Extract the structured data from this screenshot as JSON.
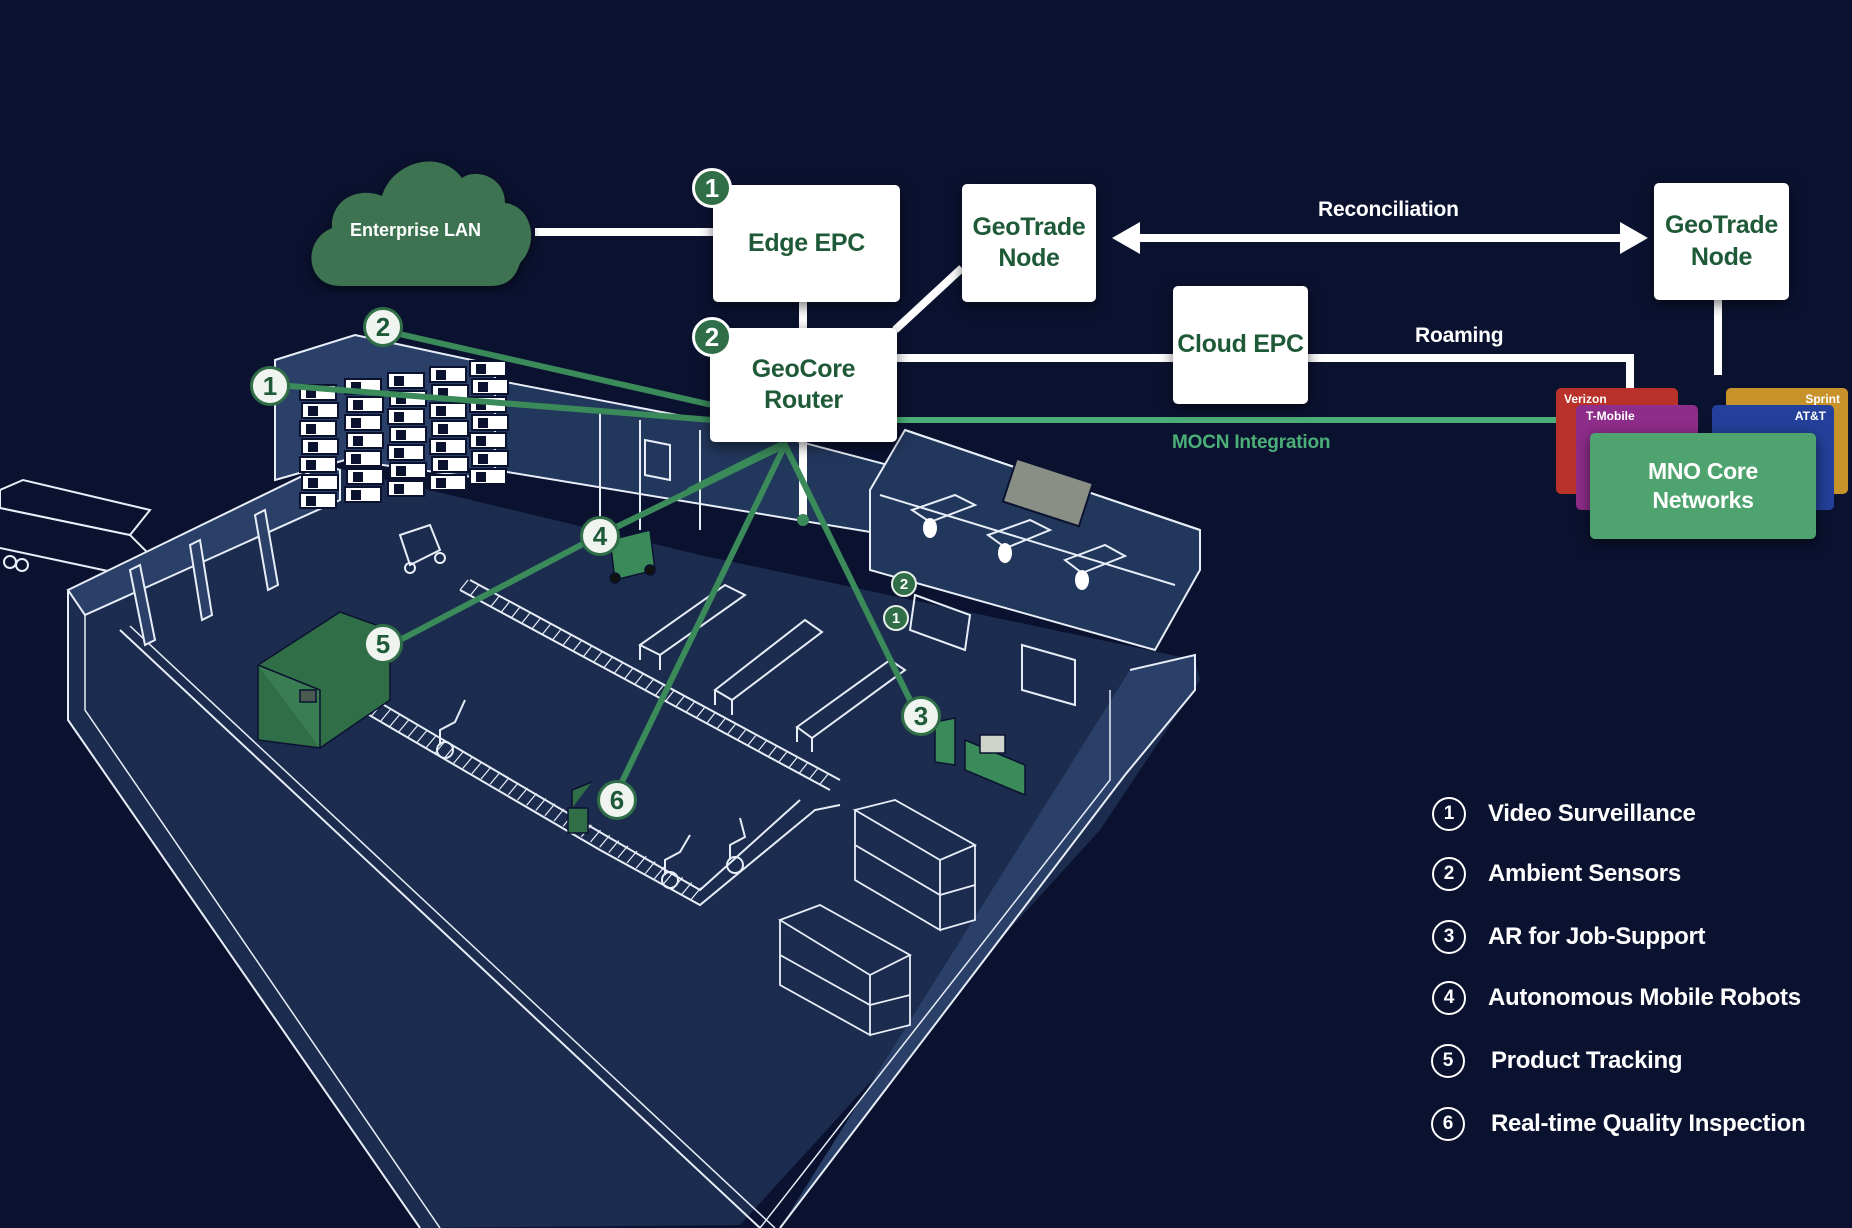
{
  "colors": {
    "background": "#0b1230",
    "floor": "#1c2c4f",
    "wall": "#2a4068",
    "outline": "#e8eef8",
    "brand_green": "#2f6e46",
    "link_green": "#3a8a5a",
    "mocn_green": "#4caf78",
    "box_text": "#1f5a38"
  },
  "network": {
    "enterprise_lan": "Enterprise LAN",
    "edge_epc": {
      "label": "Edge EPC",
      "badge": "1"
    },
    "geocore_router": {
      "label": "GeoCore Router",
      "badge": "2"
    },
    "geotrade_node_local": {
      "line1": "GeoTrade",
      "line2": "Node"
    },
    "geotrade_node_remote": {
      "line1": "GeoTrade",
      "line2": "Node"
    },
    "cloud_epc": "Cloud EPC",
    "links": {
      "reconciliation": "Reconciliation",
      "roaming": "Roaming",
      "mocn": "MOCN Integration"
    },
    "mno": {
      "title_line1": "MNO Core",
      "title_line2": "Networks",
      "operators": [
        {
          "name": "Verizon",
          "color": "#b8322a"
        },
        {
          "name": "T-Mobile",
          "color": "#8e2d8a"
        },
        {
          "name": "Sprint",
          "color": "#c8922a"
        },
        {
          "name": "AT&T",
          "color": "#24409a"
        }
      ],
      "front_color": "#4fa36e"
    }
  },
  "floor_badges": {
    "video_surveillance": "1",
    "ambient_sensors": "2",
    "ar_job_support": "3",
    "amr": "4",
    "product_tracking": "5",
    "quality_inspection": "6",
    "office_sensor": "2",
    "office_camera": "1"
  },
  "legend": [
    {
      "num": "1",
      "label": "Video Surveillance"
    },
    {
      "num": "2",
      "label": "Ambient Sensors"
    },
    {
      "num": "3",
      "label": "AR for Job-Support"
    },
    {
      "num": "4",
      "label": "Autonomous Mobile Robots"
    },
    {
      "num": "5",
      "label": "Product Tracking"
    },
    {
      "num": "6",
      "label": "Real-time Quality Inspection"
    }
  ]
}
